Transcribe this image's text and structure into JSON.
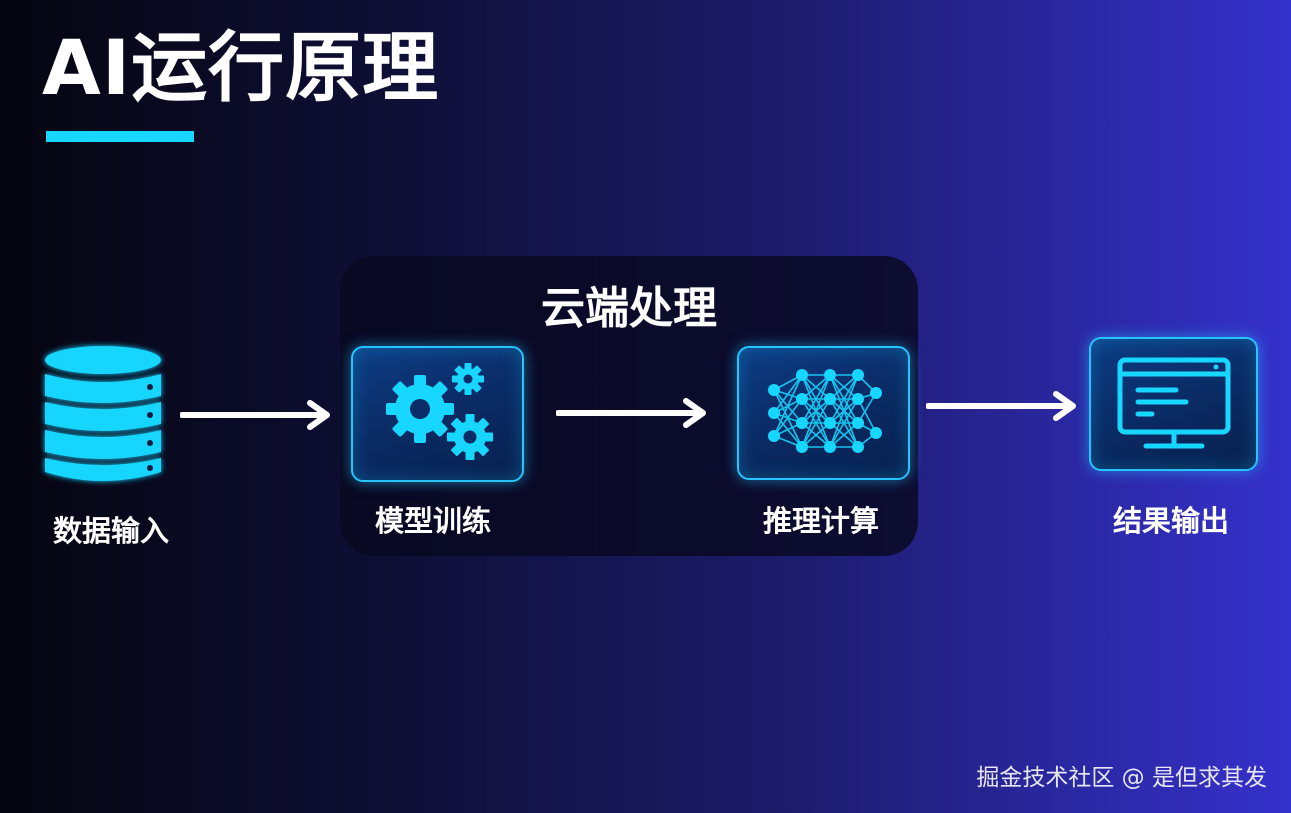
{
  "title": "AI运行原理",
  "cloud_group": {
    "title": "云端处理"
  },
  "steps": [
    {
      "label": "数据输入",
      "icon": "database-icon"
    },
    {
      "label": "模型训练",
      "icon": "gears-icon"
    },
    {
      "label": "推理计算",
      "icon": "neural-network-icon"
    },
    {
      "label": "结果输出",
      "icon": "monitor-icon"
    }
  ],
  "watermark": "掘金技术社区 @ 是但求其发",
  "colors": {
    "accent": "#17d6ff",
    "node_fill": "#0a2a62",
    "node_border": "#27c3ff",
    "panel": "#080820",
    "background_start": "#050510",
    "background_end": "#3531cc"
  }
}
